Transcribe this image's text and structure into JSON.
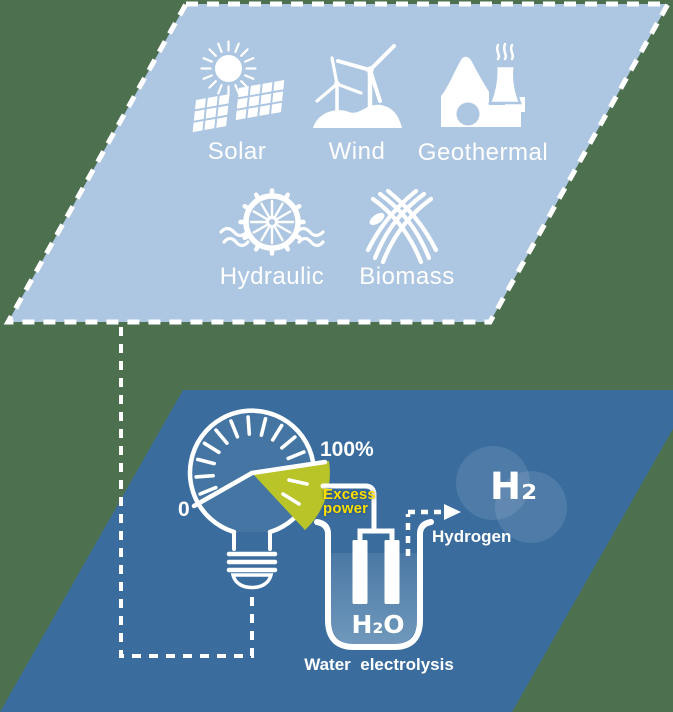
{
  "colors": {
    "background_green": "#4d704f",
    "sources_panel_blue": "#adc6e1",
    "electrolysis_panel_blue": "#3a6d9e",
    "excess_wedge_green": "#b9c428",
    "excess_text_yellow": "#ffde00",
    "icon_white": "#ffffff"
  },
  "sources_panel": {
    "items": [
      {
        "label": "Solar",
        "icon": "solar-icon"
      },
      {
        "label": "Wind",
        "icon": "wind-icon"
      },
      {
        "label": "Geothermal",
        "icon": "geothermal-icon"
      },
      {
        "label": "Hydraulic",
        "icon": "hydraulic-icon"
      },
      {
        "label": "Biomass",
        "icon": "biomass-icon"
      }
    ]
  },
  "electrolysis_panel": {
    "gauge": {
      "icon": "light-bulb-gauge-icon",
      "max_label": "100%",
      "min_label": "0",
      "excess_line1": "Excess",
      "excess_line2": "power"
    },
    "beaker": {
      "icon": "electrolysis-beaker-icon",
      "solution_label": "H₂O",
      "caption": "Water  electrolysis"
    },
    "output": {
      "arrow_icon": "dashed-arrow-icon",
      "gas_label": "Hydrogen",
      "molecule_label": "H₂"
    }
  }
}
